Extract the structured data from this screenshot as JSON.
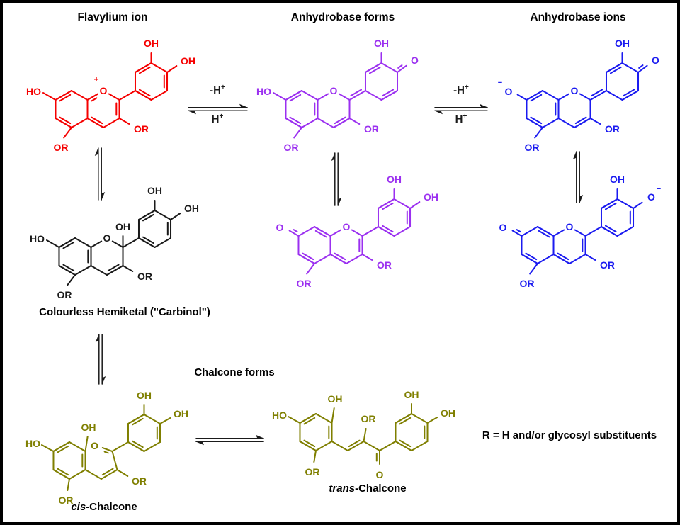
{
  "titles": {
    "left": "Flavylium ion",
    "center": "Anhydrobase forms",
    "right": "Anhydrobase ions"
  },
  "captions": {
    "hemiketal": "Colourless Hemiketal (\"Carbinol\")",
    "chalcone_forms": "Chalcone forms",
    "cis_italic": "cis",
    "cis_rest": "-Chalcone",
    "trans_italic": "trans",
    "trans_rest": "-Chalcone",
    "r_note": "R = H and/or glycosyl substituents"
  },
  "equilibrium": {
    "deprotonate": "-H",
    "protonate": "H",
    "charge_plus": "+"
  },
  "atoms": {
    "ho": "HO",
    "oh": "OH",
    "or": "OR",
    "o": "O",
    "plus": "+",
    "minus": "−"
  },
  "colors": {
    "flavylium": "#f50000",
    "anhydrobase": "#9b30f0",
    "anhydrobase_ion": "#1b1bf0",
    "hemiketal": "#1a1a1a",
    "chalcone": "#7f7f00",
    "arrow": "#1a1a1a",
    "text": "#000000"
  }
}
